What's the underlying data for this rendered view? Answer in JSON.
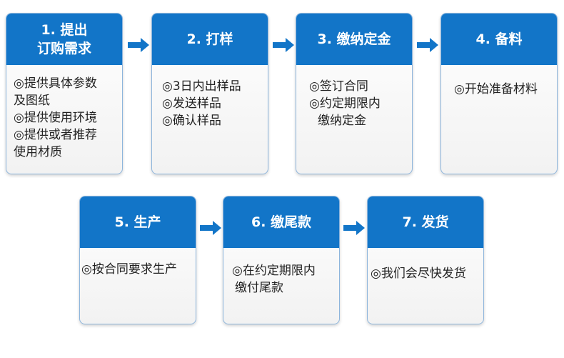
{
  "steps": [
    {
      "title_lines": [
        "1. 提出",
        "订购需求"
      ],
      "items": [
        "◎提供具体参数",
        "及图纸",
        "◎提供使用环境",
        "◎提供或者推荐",
        "使用材质"
      ]
    },
    {
      "title_lines": [
        "2. 打样"
      ],
      "items": [
        "◎3日内出样品",
        "◎发送样品",
        "◎确认样品"
      ]
    },
    {
      "title_lines": [
        "3. 缴纳定金"
      ],
      "items": [
        "◎签订合同",
        "◎约定期限内",
        "缴纳定金"
      ]
    },
    {
      "title_lines": [
        "4. 备料"
      ],
      "items": [
        "◎开始准备材料"
      ]
    },
    {
      "title_lines": [
        "5. 生产"
      ],
      "items": [
        "◎按合同要求生产"
      ]
    },
    {
      "title_lines": [
        "6. 缴尾款"
      ],
      "items": [
        "◎在约定期限内",
        "缴付尾款"
      ]
    },
    {
      "title_lines": [
        "7. 发货"
      ],
      "items": [
        "◎我们会尽快发货"
      ]
    }
  ],
  "colors": {
    "header": "#1275c8",
    "arrow": "#1275c8",
    "border": "#8db5dc"
  }
}
